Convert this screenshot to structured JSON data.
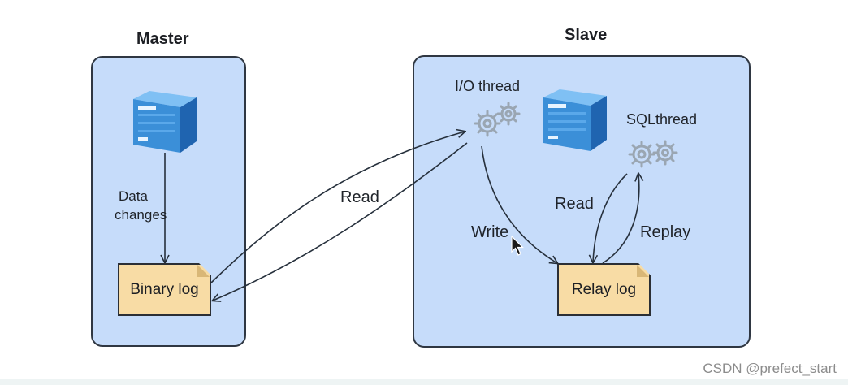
{
  "master": {
    "title": "Master",
    "data_changes_line1": "Data",
    "data_changes_line2": "changes",
    "binary_log": "Binary log"
  },
  "slave": {
    "title": "Slave",
    "io_thread": "I/O thread",
    "sql_thread": "SQLthread",
    "relay_log": "Relay log",
    "write": "Write",
    "read": "Read",
    "replay": "Replay"
  },
  "read_arrow_label": "Read",
  "watermark": "CSDN @prefect_start",
  "icons": {
    "master_server": "server-icon",
    "slave_server": "server-icon",
    "io_gears": "gears-icon",
    "sql_gears": "gears-icon",
    "cursor": "mouse-cursor-icon"
  },
  "colors": {
    "panel_fill": "#c6dcfa",
    "panel_border": "#2f3742",
    "log_fill": "#f8dca5",
    "server_blue": "#3b8fd8",
    "gear": "#9aa6b2"
  }
}
